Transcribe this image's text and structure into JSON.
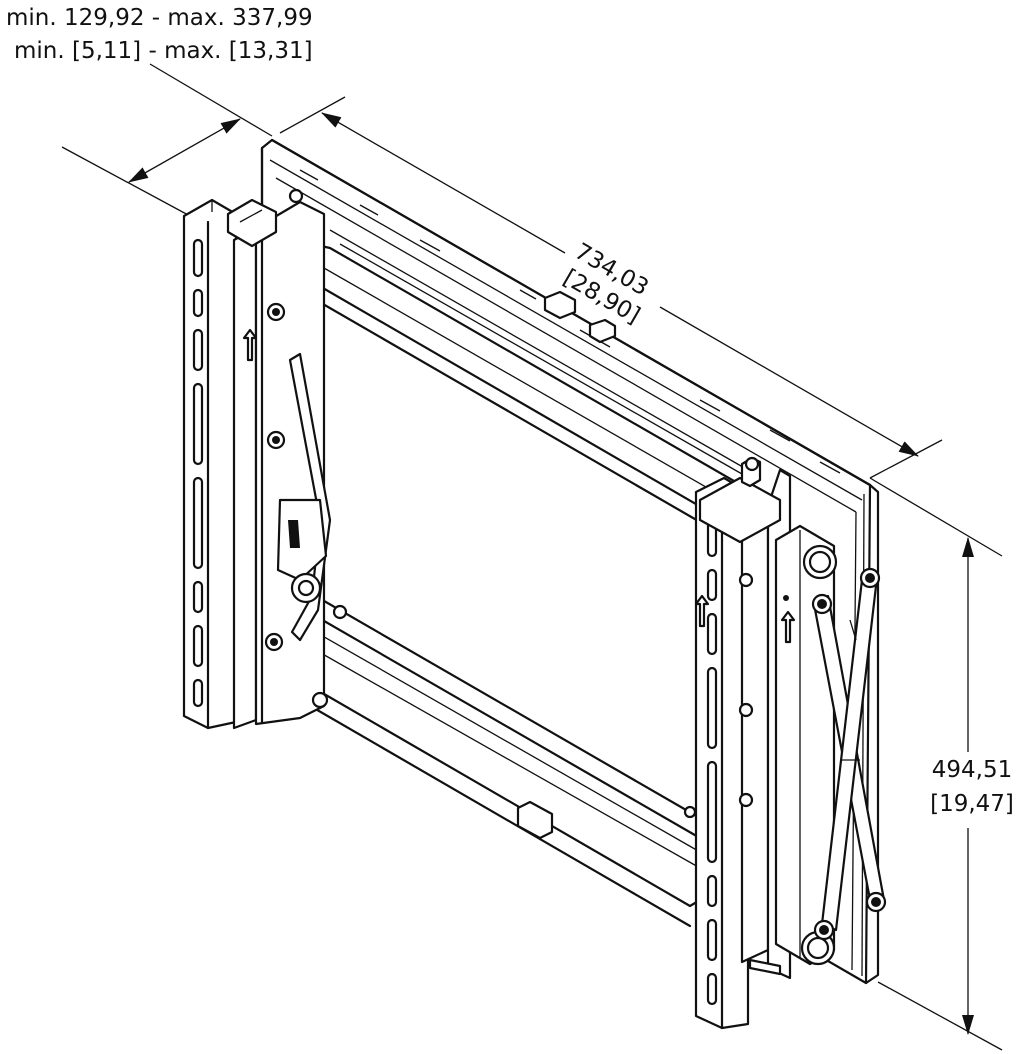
{
  "dimensions": {
    "depth": {
      "line1": "min. 129,92 - max. 337,99",
      "line2": "min. [5,11] - max. [13,31]"
    },
    "width": {
      "metric": "734,03",
      "imperial": "[28,90]"
    },
    "height": {
      "metric": "494,51",
      "imperial": "[19,47]"
    }
  },
  "colors": {
    "line": "#111111",
    "background": "#ffffff"
  }
}
